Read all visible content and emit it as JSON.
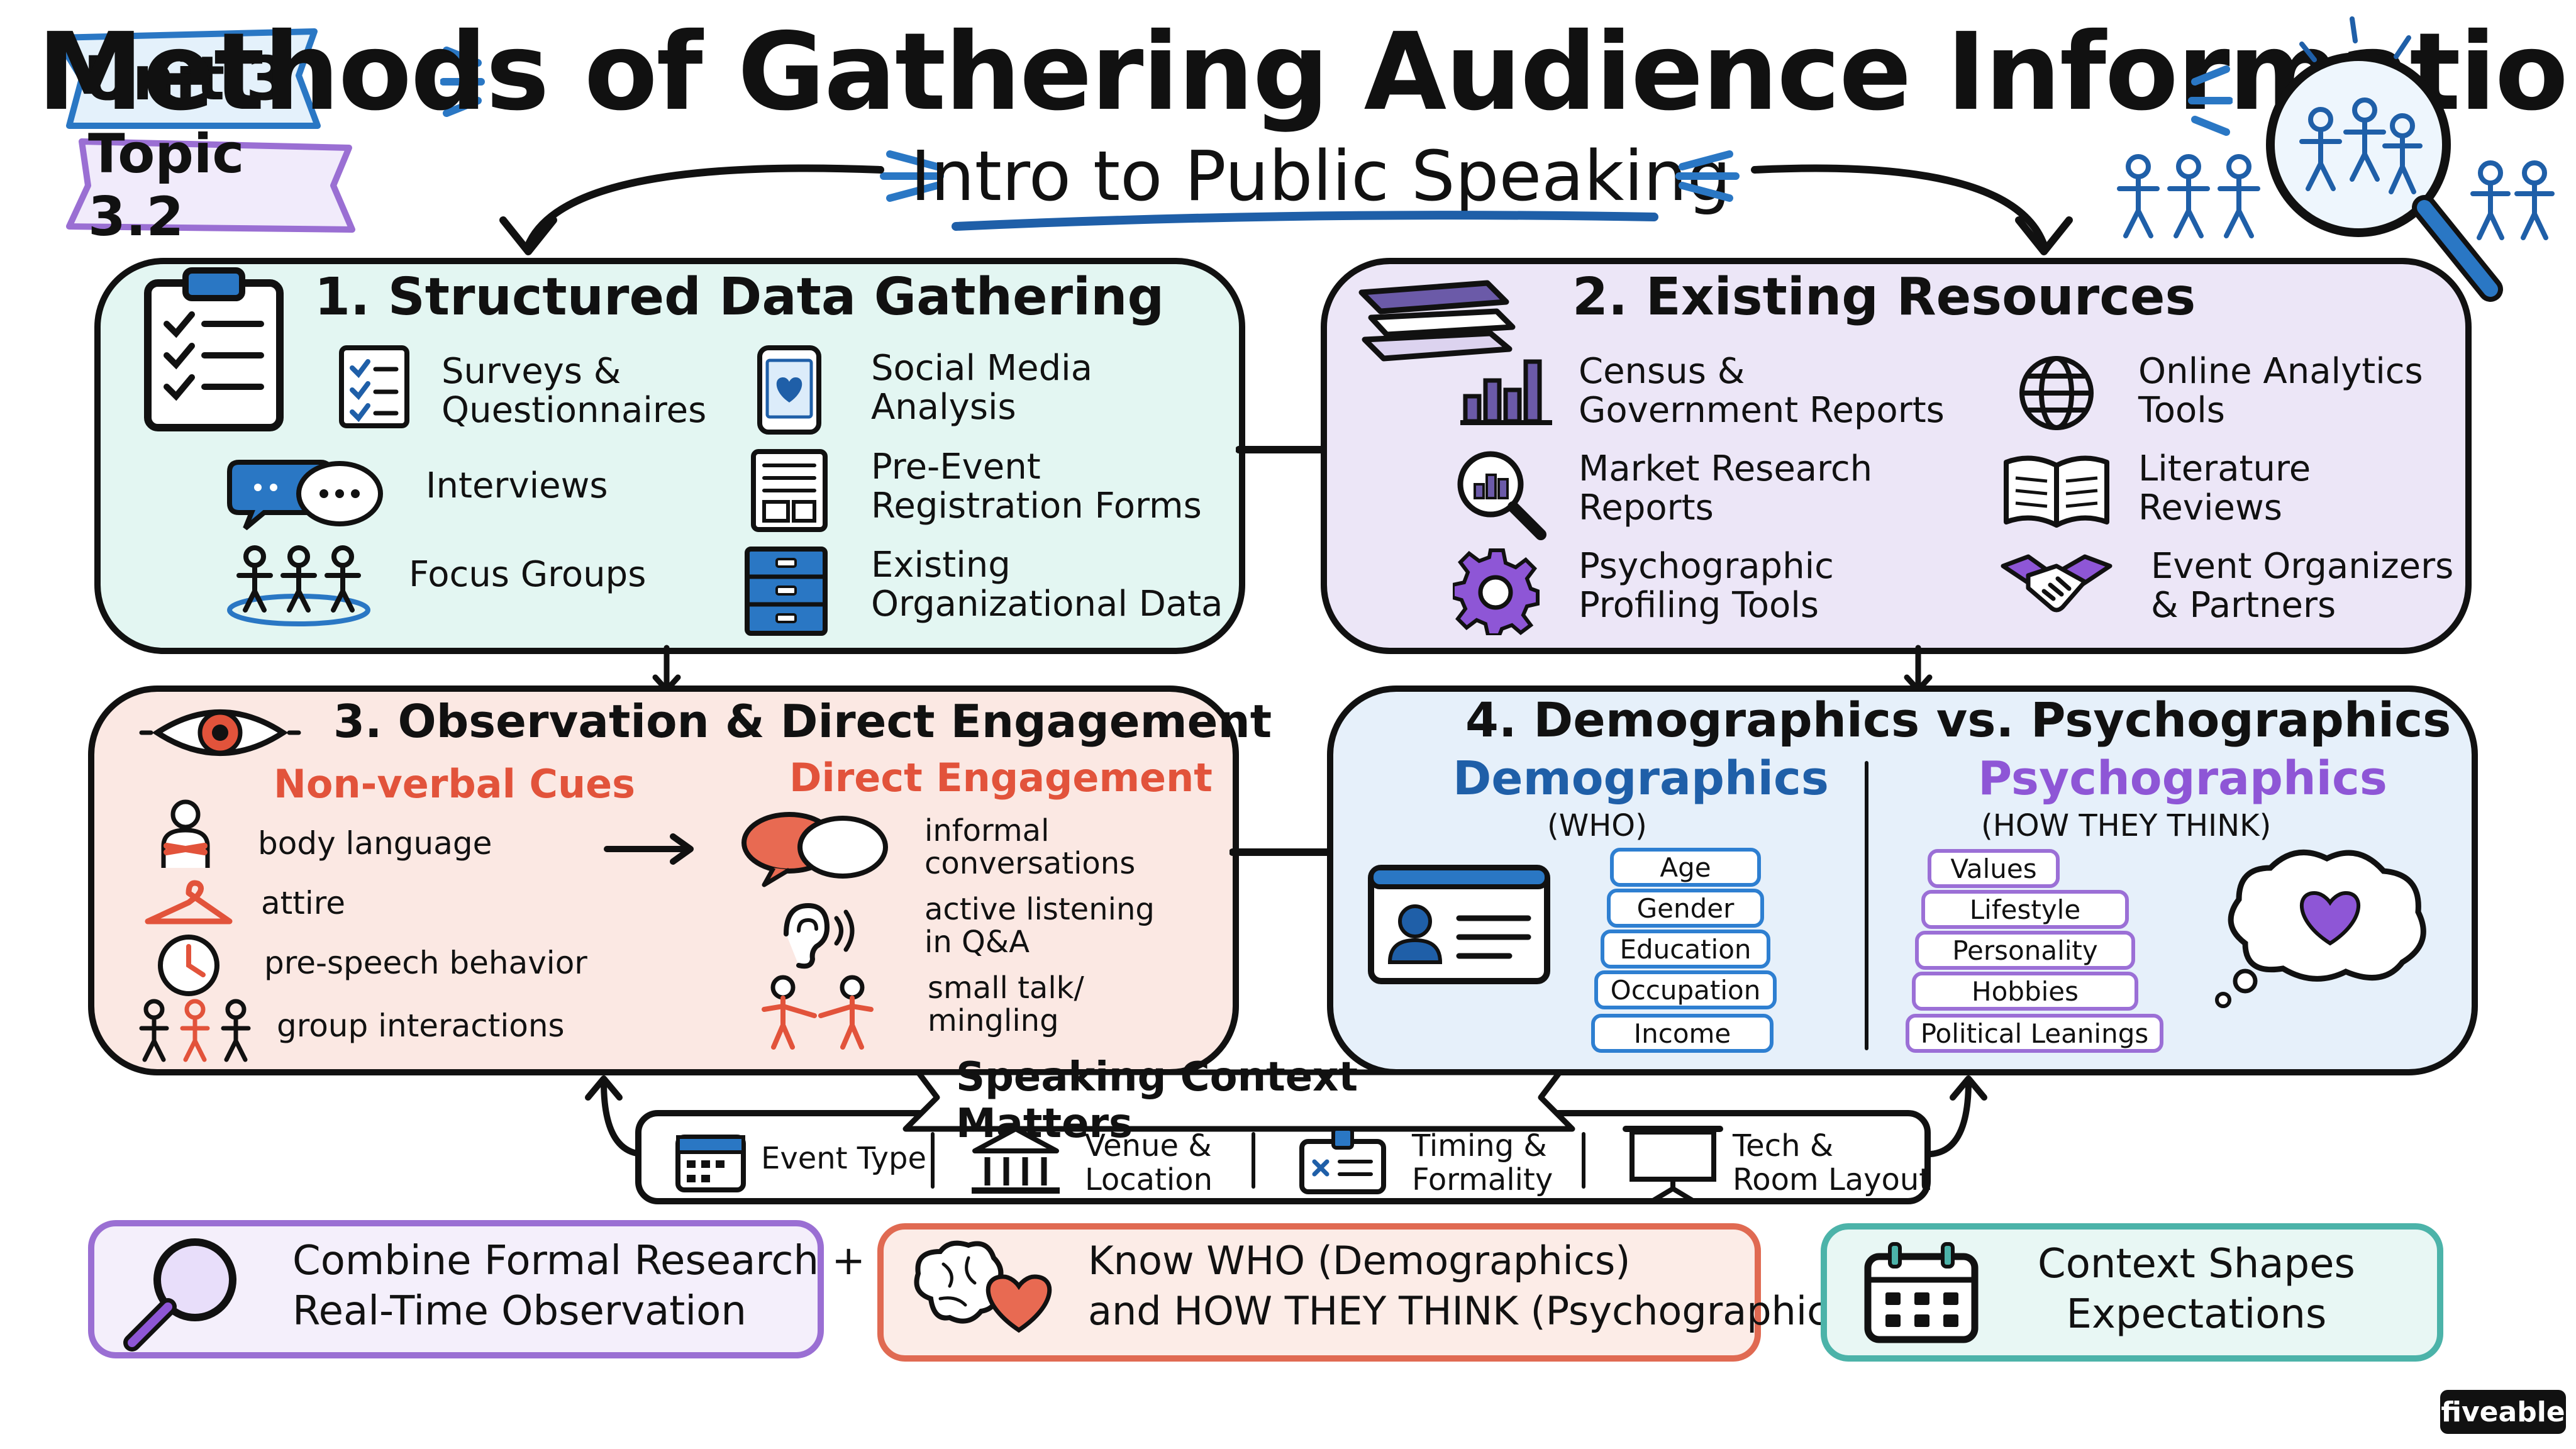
{
  "header": {
    "unit": "Unit 3",
    "topic": "Topic 3.2",
    "title": "Methods of Gathering Audience Information",
    "subtitle": "Intro to Public Speaking"
  },
  "panel1": {
    "title": "1. Structured Data Gathering",
    "items": [
      {
        "l1": "Surveys &",
        "l2": "Questionnaires"
      },
      {
        "l1": "Social Media",
        "l2": "Analysis"
      },
      {
        "l1": "Interviews",
        "l2": ""
      },
      {
        "l1": "Pre-Event",
        "l2": "Registration Forms"
      },
      {
        "l1": "Focus Groups",
        "l2": ""
      },
      {
        "l1": "Existing",
        "l2": "Organizational Data"
      }
    ]
  },
  "panel2": {
    "title": "2. Existing Resources",
    "items": [
      {
        "l1": "Census &",
        "l2": "Government Reports"
      },
      {
        "l1": "Online Analytics",
        "l2": "Tools"
      },
      {
        "l1": "Market Research",
        "l2": "Reports"
      },
      {
        "l1": "Literature",
        "l2": "Reviews"
      },
      {
        "l1": "Psychographic",
        "l2": "Profiling Tools"
      },
      {
        "l1": "Event Organizers",
        "l2": "& Partners"
      }
    ]
  },
  "panel3": {
    "title": "3. Observation & Direct Engagement",
    "left_heading": "Non-verbal Cues",
    "right_heading": "Direct Engagement",
    "left_items": [
      "body language",
      "attire",
      "pre-speech behavior",
      "group interactions"
    ],
    "right_items": [
      {
        "l1": "informal",
        "l2": "conversations"
      },
      {
        "l1": "active listening",
        "l2": "in Q&A"
      },
      {
        "l1": "small talk/",
        "l2": "mingling"
      }
    ]
  },
  "panel4": {
    "title": "4. Demographics vs. Psychographics",
    "demo_heading": "Demographics",
    "demo_sub": "(WHO)",
    "demo_items": [
      "Age",
      "Gender",
      "Education",
      "Occupation",
      "Income"
    ],
    "psycho_heading": "Psychographics",
    "psycho_sub": "(HOW THEY THINK)",
    "psycho_items": [
      "Values",
      "Lifestyle",
      "Personality",
      "Hobbies",
      "Political Leanings"
    ]
  },
  "context": {
    "banner": "Speaking Context Matters",
    "items": [
      {
        "l1": "Event Type",
        "l2": ""
      },
      {
        "l1": "Venue &",
        "l2": "Location"
      },
      {
        "l1": "Timing &",
        "l2": "Formality"
      },
      {
        "l1": "Tech &",
        "l2": "Room Layout"
      }
    ]
  },
  "bottom": {
    "b1": {
      "l1": "Combine Formal Research +",
      "l2": "Real-Time Observation"
    },
    "b2": {
      "l1": "Know WHO (Demographics)",
      "l2": "and HOW THEY THINK (Psychographics)"
    },
    "b3": {
      "l1": "Context Shapes",
      "l2": "Expectations"
    }
  },
  "logo": "fiveable",
  "colors": {
    "teal_bg": "#e3f6f2",
    "purple_bg": "#ece6f7",
    "salmon_bg": "#fbe8e3",
    "blue_bg": "#e6f0fa",
    "accent_blue": "#1f5fa8",
    "accent_purple": "#8e56d6",
    "accent_red": "#e2533b"
  }
}
